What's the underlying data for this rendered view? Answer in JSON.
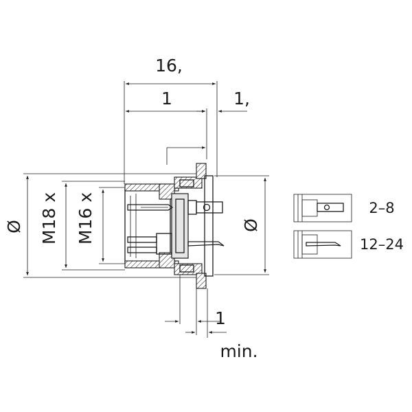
{
  "dimensions": {
    "overall_length": "16,",
    "body_length": "1",
    "flange_thickness": "1,",
    "panel_thickness": "1",
    "panel_qualifier": "min.",
    "diameter_left": "Ø",
    "thread_outer": "M18 x",
    "thread_inner": "M16 x",
    "diameter_right": "Ø"
  },
  "variants": [
    {
      "label": "2–8"
    },
    {
      "label": "12–24"
    }
  ],
  "colors": {
    "line": "#1a1a1a",
    "body_fill": "#e6e6e6"
  }
}
